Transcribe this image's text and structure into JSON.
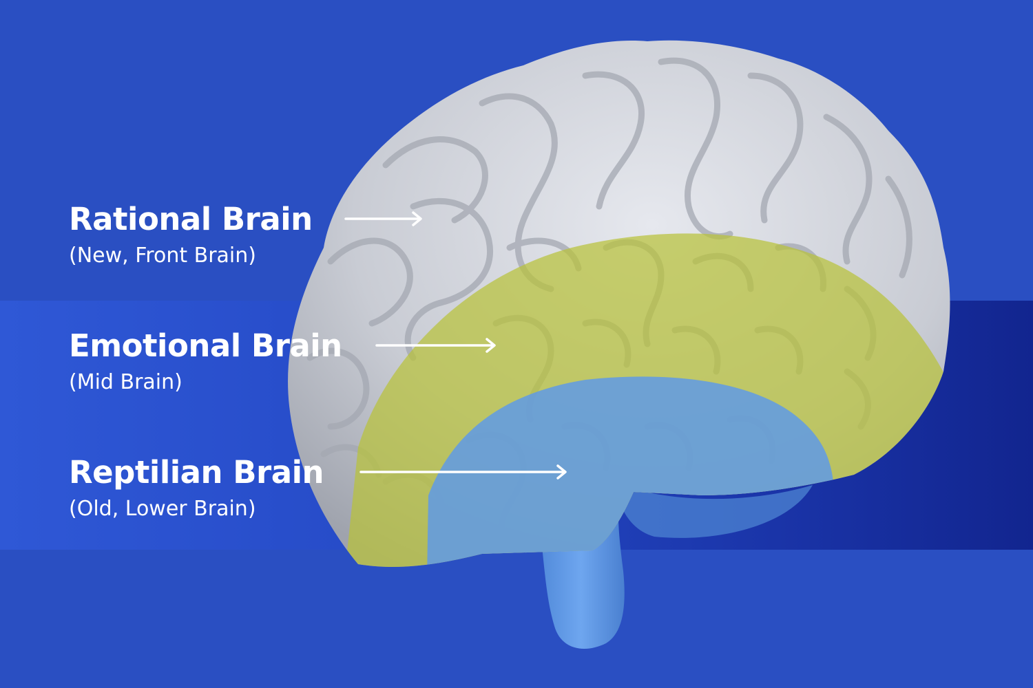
{
  "colors": {
    "background": "#2a4fc2",
    "band": "#1f3fb6",
    "brain": "#c9ccd4",
    "rational_zone": "#c9ccd4",
    "emotional_zone": "#b8c23a",
    "reptilian_zone": "#5f9ae6",
    "text": "#ffffff"
  },
  "labels": {
    "rational": {
      "title": "Rational Brain",
      "subtitle": "(New, Front Brain)",
      "arrow_icon": "arrow-right-icon"
    },
    "emotional": {
      "title": "Emotional Brain",
      "subtitle": "(Mid Brain)",
      "arrow_icon": "arrow-right-icon"
    },
    "reptilian": {
      "title": "Reptilian Brain",
      "subtitle": "(Old, Lower Brain)",
      "arrow_icon": "arrow-right-icon"
    }
  }
}
